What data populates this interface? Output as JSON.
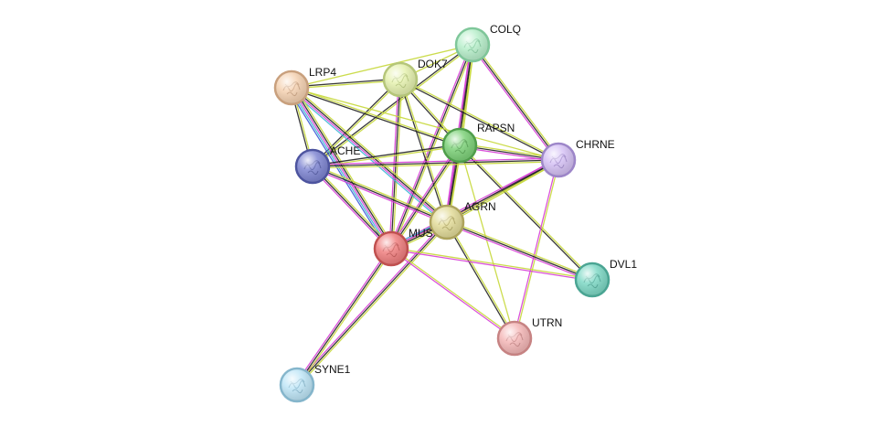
{
  "network": {
    "nodes": [
      {
        "id": "COLQ",
        "label": "COLQ",
        "fill": "#b9f0cc",
        "stroke": "#7fc79a"
      },
      {
        "id": "DOK7",
        "label": "DOK7",
        "fill": "#e6f2b0",
        "stroke": "#b5c679"
      },
      {
        "id": "LRP4",
        "label": "LRP4",
        "fill": "#f5d2b2",
        "stroke": "#c9a07d"
      },
      {
        "id": "RAPSN",
        "label": "RAPSN",
        "fill": "#7ed27a",
        "stroke": "#4f9e4b"
      },
      {
        "id": "CHRNE",
        "label": "CHRNE",
        "fill": "#d6c2f5",
        "stroke": "#9d86c9"
      },
      {
        "id": "ACHE",
        "label": "ACHE",
        "fill": "#7f86d2",
        "stroke": "#4d549f"
      },
      {
        "id": "AGRN",
        "label": "AGRN",
        "fill": "#e3dc9a",
        "stroke": "#aea45d"
      },
      {
        "id": "MUSK",
        "label": "MUS",
        "fill": "#f08080",
        "stroke": "#c0504f"
      },
      {
        "id": "DVL1",
        "label": "DVL1",
        "fill": "#7fd9c6",
        "stroke": "#4aa593"
      },
      {
        "id": "UTRN",
        "label": "UTRN",
        "fill": "#f5b8b8",
        "stroke": "#c78383"
      },
      {
        "id": "SYNE1",
        "label": "SYNE1",
        "fill": "#bfe6f7",
        "stroke": "#85b6cc"
      }
    ],
    "evidence_colors": {
      "textmining": "#c6d83a",
      "coexpression": "#222222",
      "experiments": "#d63fd6",
      "databases": "#3fb6d6",
      "neighborhood": "#3a5bd6"
    },
    "edges": [
      {
        "source": "COLQ",
        "target": "DOK7",
        "types": [
          "textmining"
        ]
      },
      {
        "source": "COLQ",
        "target": "LRP4",
        "types": [
          "textmining"
        ]
      },
      {
        "source": "COLQ",
        "target": "RAPSN",
        "types": [
          "textmining",
          "coexpression",
          "experiments"
        ]
      },
      {
        "source": "COLQ",
        "target": "CHRNE",
        "types": [
          "textmining",
          "coexpression",
          "experiments"
        ]
      },
      {
        "source": "COLQ",
        "target": "ACHE",
        "types": [
          "textmining",
          "coexpression"
        ]
      },
      {
        "source": "COLQ",
        "target": "AGRN",
        "types": [
          "textmining",
          "coexpression",
          "experiments"
        ]
      },
      {
        "source": "COLQ",
        "target": "MUSK",
        "types": [
          "textmining",
          "coexpression",
          "experiments"
        ]
      },
      {
        "source": "DOK7",
        "target": "LRP4",
        "types": [
          "textmining",
          "coexpression"
        ]
      },
      {
        "source": "DOK7",
        "target": "RAPSN",
        "types": [
          "textmining",
          "coexpression"
        ]
      },
      {
        "source": "DOK7",
        "target": "CHRNE",
        "types": [
          "textmining",
          "coexpression"
        ]
      },
      {
        "source": "DOK7",
        "target": "ACHE",
        "types": [
          "textmining",
          "coexpression"
        ]
      },
      {
        "source": "DOK7",
        "target": "AGRN",
        "types": [
          "textmining",
          "coexpression"
        ]
      },
      {
        "source": "DOK7",
        "target": "MUSK",
        "types": [
          "textmining",
          "coexpression",
          "experiments"
        ]
      },
      {
        "source": "LRP4",
        "target": "RAPSN",
        "types": [
          "textmining",
          "coexpression"
        ]
      },
      {
        "source": "LRP4",
        "target": "CHRNE",
        "types": [
          "textmining"
        ]
      },
      {
        "source": "LRP4",
        "target": "ACHE",
        "types": [
          "textmining",
          "coexpression"
        ]
      },
      {
        "source": "LRP4",
        "target": "AGRN",
        "types": [
          "textmining",
          "coexpression",
          "experiments",
          "databases"
        ]
      },
      {
        "source": "LRP4",
        "target": "MUSK",
        "types": [
          "textmining",
          "coexpression",
          "experiments",
          "databases",
          "neighborhood"
        ]
      },
      {
        "source": "RAPSN",
        "target": "CHRNE",
        "types": [
          "textmining",
          "coexpression",
          "experiments"
        ]
      },
      {
        "source": "RAPSN",
        "target": "ACHE",
        "types": [
          "textmining",
          "coexpression"
        ]
      },
      {
        "source": "RAPSN",
        "target": "AGRN",
        "types": [
          "textmining",
          "coexpression",
          "experiments"
        ]
      },
      {
        "source": "RAPSN",
        "target": "MUSK",
        "types": [
          "textmining",
          "coexpression",
          "experiments"
        ]
      },
      {
        "source": "RAPSN",
        "target": "DVL1",
        "types": [
          "textmining",
          "coexpression"
        ]
      },
      {
        "source": "RAPSN",
        "target": "UTRN",
        "types": [
          "textmining"
        ]
      },
      {
        "source": "CHRNE",
        "target": "ACHE",
        "types": [
          "textmining",
          "coexpression",
          "experiments"
        ]
      },
      {
        "source": "CHRNE",
        "target": "AGRN",
        "types": [
          "textmining",
          "coexpression",
          "experiments"
        ]
      },
      {
        "source": "CHRNE",
        "target": "MUSK",
        "types": [
          "textmining",
          "coexpression",
          "experiments"
        ]
      },
      {
        "source": "CHRNE",
        "target": "UTRN",
        "types": [
          "textmining",
          "experiments"
        ]
      },
      {
        "source": "ACHE",
        "target": "AGRN",
        "types": [
          "textmining",
          "coexpression",
          "experiments"
        ]
      },
      {
        "source": "ACHE",
        "target": "MUSK",
        "types": [
          "textmining",
          "coexpression",
          "experiments"
        ]
      },
      {
        "source": "AGRN",
        "target": "MUSK",
        "types": [
          "textmining",
          "coexpression",
          "experiments",
          "databases"
        ]
      },
      {
        "source": "AGRN",
        "target": "DVL1",
        "types": [
          "textmining",
          "coexpression",
          "experiments"
        ]
      },
      {
        "source": "AGRN",
        "target": "UTRN",
        "types": [
          "textmining",
          "coexpression"
        ]
      },
      {
        "source": "AGRN",
        "target": "SYNE1",
        "types": [
          "textmining",
          "coexpression",
          "experiments"
        ]
      },
      {
        "source": "MUSK",
        "target": "DVL1",
        "types": [
          "textmining",
          "experiments"
        ]
      },
      {
        "source": "MUSK",
        "target": "UTRN",
        "types": [
          "textmining",
          "experiments"
        ]
      },
      {
        "source": "MUSK",
        "target": "SYNE1",
        "types": [
          "textmining",
          "coexpression",
          "experiments"
        ]
      }
    ]
  }
}
